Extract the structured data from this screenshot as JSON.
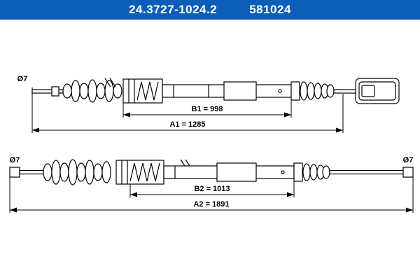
{
  "header": {
    "part_number": "24.3727-1024.2",
    "ref_number": "581024",
    "background_color": "#0d5eb8",
    "text_color": "#ffffff"
  },
  "diagram": {
    "line_color": "#000000",
    "top_cable": {
      "diameter_left": "Ø7",
      "dim_inner": "B1 = 998",
      "dim_outer": "A1 = 1285"
    },
    "bottom_cable": {
      "diameter_left": "Ø7",
      "diameter_right": "Ø7",
      "dim_inner": "B2 = 1013",
      "dim_outer": "A2 = 1891"
    }
  }
}
